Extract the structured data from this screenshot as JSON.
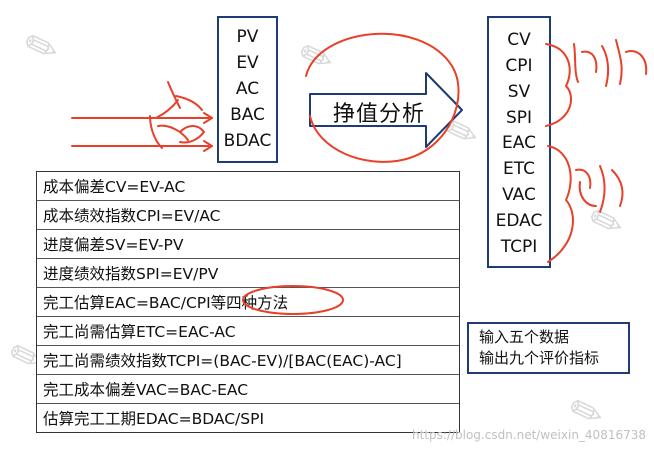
{
  "input_box": {
    "items": [
      "PV",
      "EV",
      "AC",
      "BAC",
      "BDAC"
    ]
  },
  "arrow": {
    "label": "挣值分析"
  },
  "output_box": {
    "items": [
      "CV",
      "CPI",
      "SV",
      "SPI",
      "EAC",
      "ETC",
      "VAC",
      "EDAC",
      "TCPI"
    ]
  },
  "formulas": [
    "成本偏差CV=EV-AC",
    "成本绩效指数CPI=EV/AC",
    "进度偏差SV=EV-PV",
    "进度绩效指数SPI=EV/PV",
    "完工估算EAC=BAC/CPI等四种方法",
    "完工尚需估算ETC=EAC-AC",
    "完工尚需绩效指数TCPI=(BAC-EV)/[BAC(EAC)-AC]",
    "完工成本偏差VAC=BAC-EAC",
    "估算完工工期EDAC=BDAC/SPI"
  ],
  "note": {
    "line1": "输入五个数据",
    "line2": "输出九个评价指标"
  },
  "credit": "https://blog.csdn.net/weixin_40816738",
  "colors": {
    "box_border": "#1f3b73",
    "pen": "#e8402a"
  }
}
